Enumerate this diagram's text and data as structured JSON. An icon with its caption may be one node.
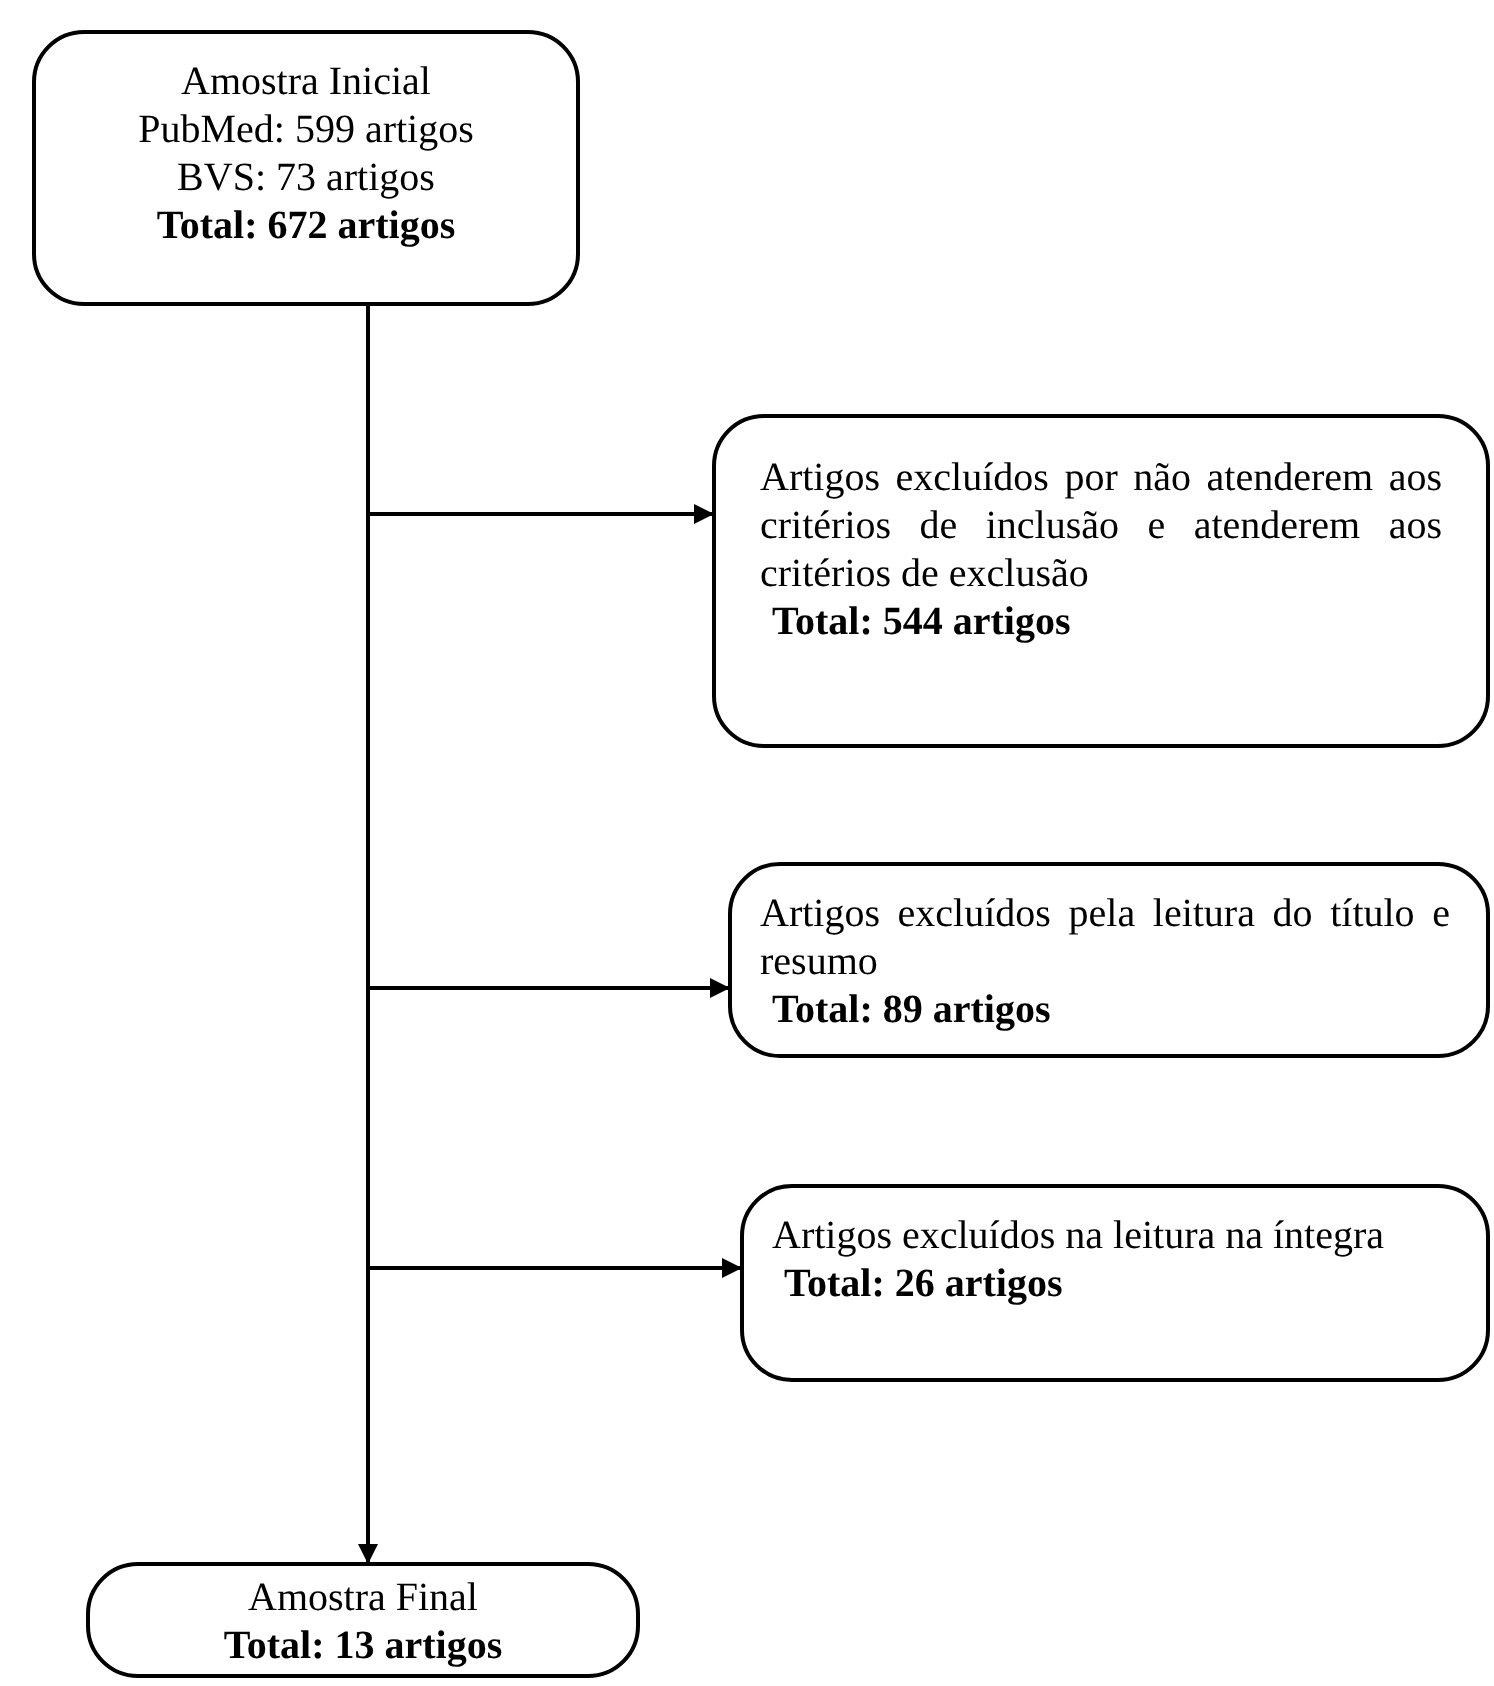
{
  "diagram": {
    "nodes": [
      {
        "text": [
          "Amostra Inicial",
          "PubMed: 599 artigos",
          "BVS: 73 artigos",
          "Total: 672 artigos"
        ]
      },
      {
        "text": [
          "Artigos excluídos por não atenderem aos critérios de inclusão e atenderem aos critérios de exclusão",
          "Total:  544 artigos"
        ]
      },
      {
        "text": [
          "Artigos excluídos pela leitura do título e resumo",
          "Total:  89 artigos"
        ]
      },
      {
        "text": [
          "Artigos excluídos na leitura na íntegra",
          "Total:  26 artigos"
        ]
      },
      {
        "text": [
          "Amostra Final",
          "Total: 13 artigos"
        ]
      }
    ],
    "edges": [
      {
        "from": 0,
        "to": 4,
        "arrow": "to"
      },
      {
        "from": 0,
        "to": 1,
        "arrow": "to"
      },
      {
        "from": 0,
        "to": 2,
        "arrow": "to"
      },
      {
        "from": 0,
        "to": 3,
        "arrow": "to"
      }
    ]
  }
}
